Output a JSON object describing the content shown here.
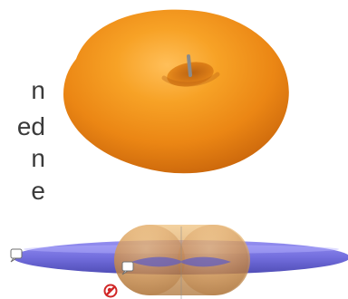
{
  "illustration": {
    "text_fragment": [
      "n",
      "ed",
      "n",
      "e"
    ],
    "colors": {
      "torus_orange": "#f29a1f",
      "torus_shadow": "#c9650b",
      "blue_lobe": "#6964d8",
      "orange_lobe": "#d79f59",
      "needle_gray": "#8b8b8b",
      "badge_red": "#d12727"
    },
    "icons": {
      "left_marker": "white-bubble-icon",
      "middle_marker": "white-bubble-icon",
      "warning_marker": "red-prohibit-icon"
    }
  }
}
